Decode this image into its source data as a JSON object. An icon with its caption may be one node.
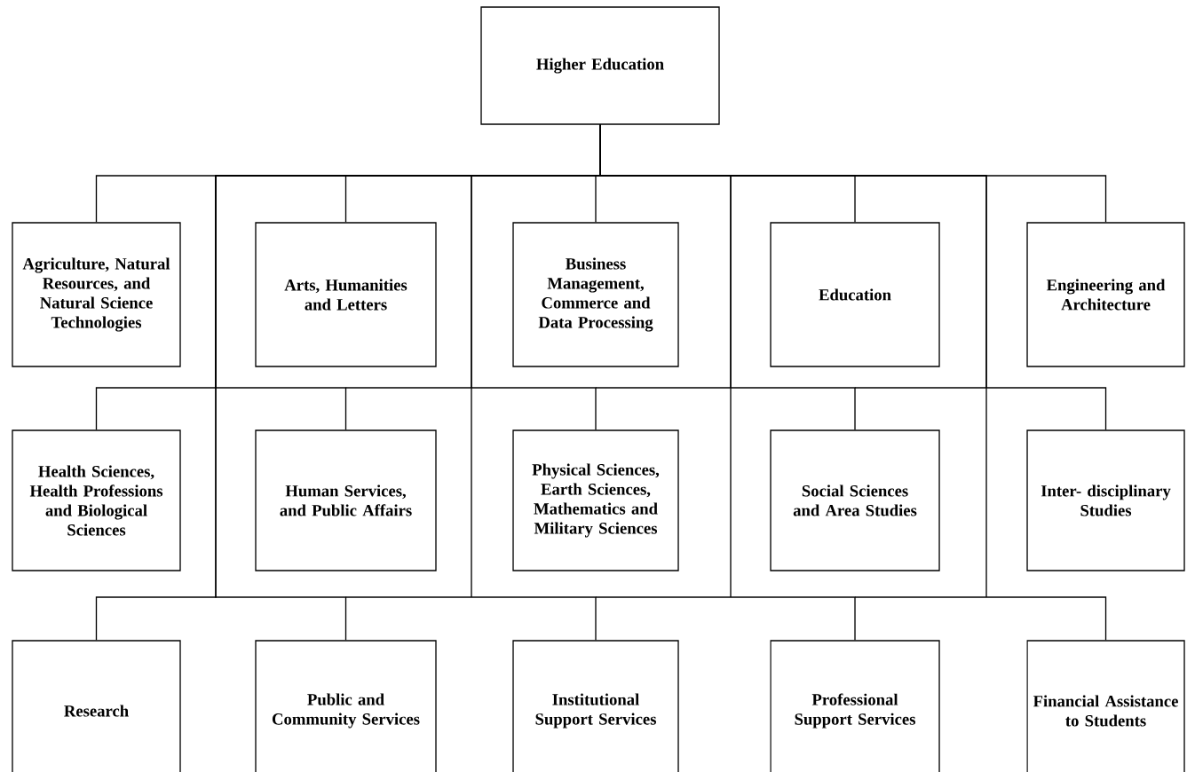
{
  "diagram": {
    "nodes": [
      {
        "text": [
          "Higher Education"
        ]
      },
      {
        "text": [
          "Agriculture, Natural Resources, and Natural Science Technologies"
        ]
      },
      {
        "text": [
          "Arts, Humanities and Letters"
        ]
      },
      {
        "text": [
          "Business Management, Commerce and Data Processing"
        ]
      },
      {
        "text": [
          "Education"
        ]
      },
      {
        "text": [
          "Engineering and Architecture"
        ]
      },
      {
        "text": [
          "Health Sciences, Health Professions and Biological Sciences"
        ]
      },
      {
        "text": [
          "Human Services, and Public Affairs"
        ]
      },
      {
        "text": [
          "Physical Sciences, Earth Sciences, Mathematics and Military Sciences"
        ]
      },
      {
        "text": [
          "Social Sciences and Area Studies"
        ]
      },
      {
        "text": [
          "Inter- disciplinary Studies"
        ]
      },
      {
        "text": [
          "Research"
        ]
      },
      {
        "text": [
          "Public and Community Services"
        ]
      },
      {
        "text": [
          "Institutional Support Services"
        ]
      },
      {
        "text": [
          "Professional Support Services"
        ]
      },
      {
        "text": [
          "Financial Assistance to Students"
        ]
      }
    ],
    "edges": [
      {
        "from": 0,
        "to": 1,
        "arrow": "none"
      },
      {
        "from": 0,
        "to": 2,
        "arrow": "none"
      },
      {
        "from": 0,
        "to": 3,
        "arrow": "none"
      },
      {
        "from": 0,
        "to": 4,
        "arrow": "none"
      },
      {
        "from": 0,
        "to": 5,
        "arrow": "none"
      },
      {
        "from": 0,
        "to": 6,
        "arrow": "none"
      },
      {
        "from": 0,
        "to": 7,
        "arrow": "none"
      },
      {
        "from": 0,
        "to": 8,
        "arrow": "none"
      },
      {
        "from": 0,
        "to": 9,
        "arrow": "none"
      },
      {
        "from": 0,
        "to": 10,
        "arrow": "none"
      },
      {
        "from": 0,
        "to": 11,
        "arrow": "none"
      },
      {
        "from": 0,
        "to": 12,
        "arrow": "none"
      },
      {
        "from": 0,
        "to": 13,
        "arrow": "none"
      },
      {
        "from": 0,
        "to": 14,
        "arrow": "none"
      },
      {
        "from": 0,
        "to": 15,
        "arrow": "none"
      }
    ]
  }
}
